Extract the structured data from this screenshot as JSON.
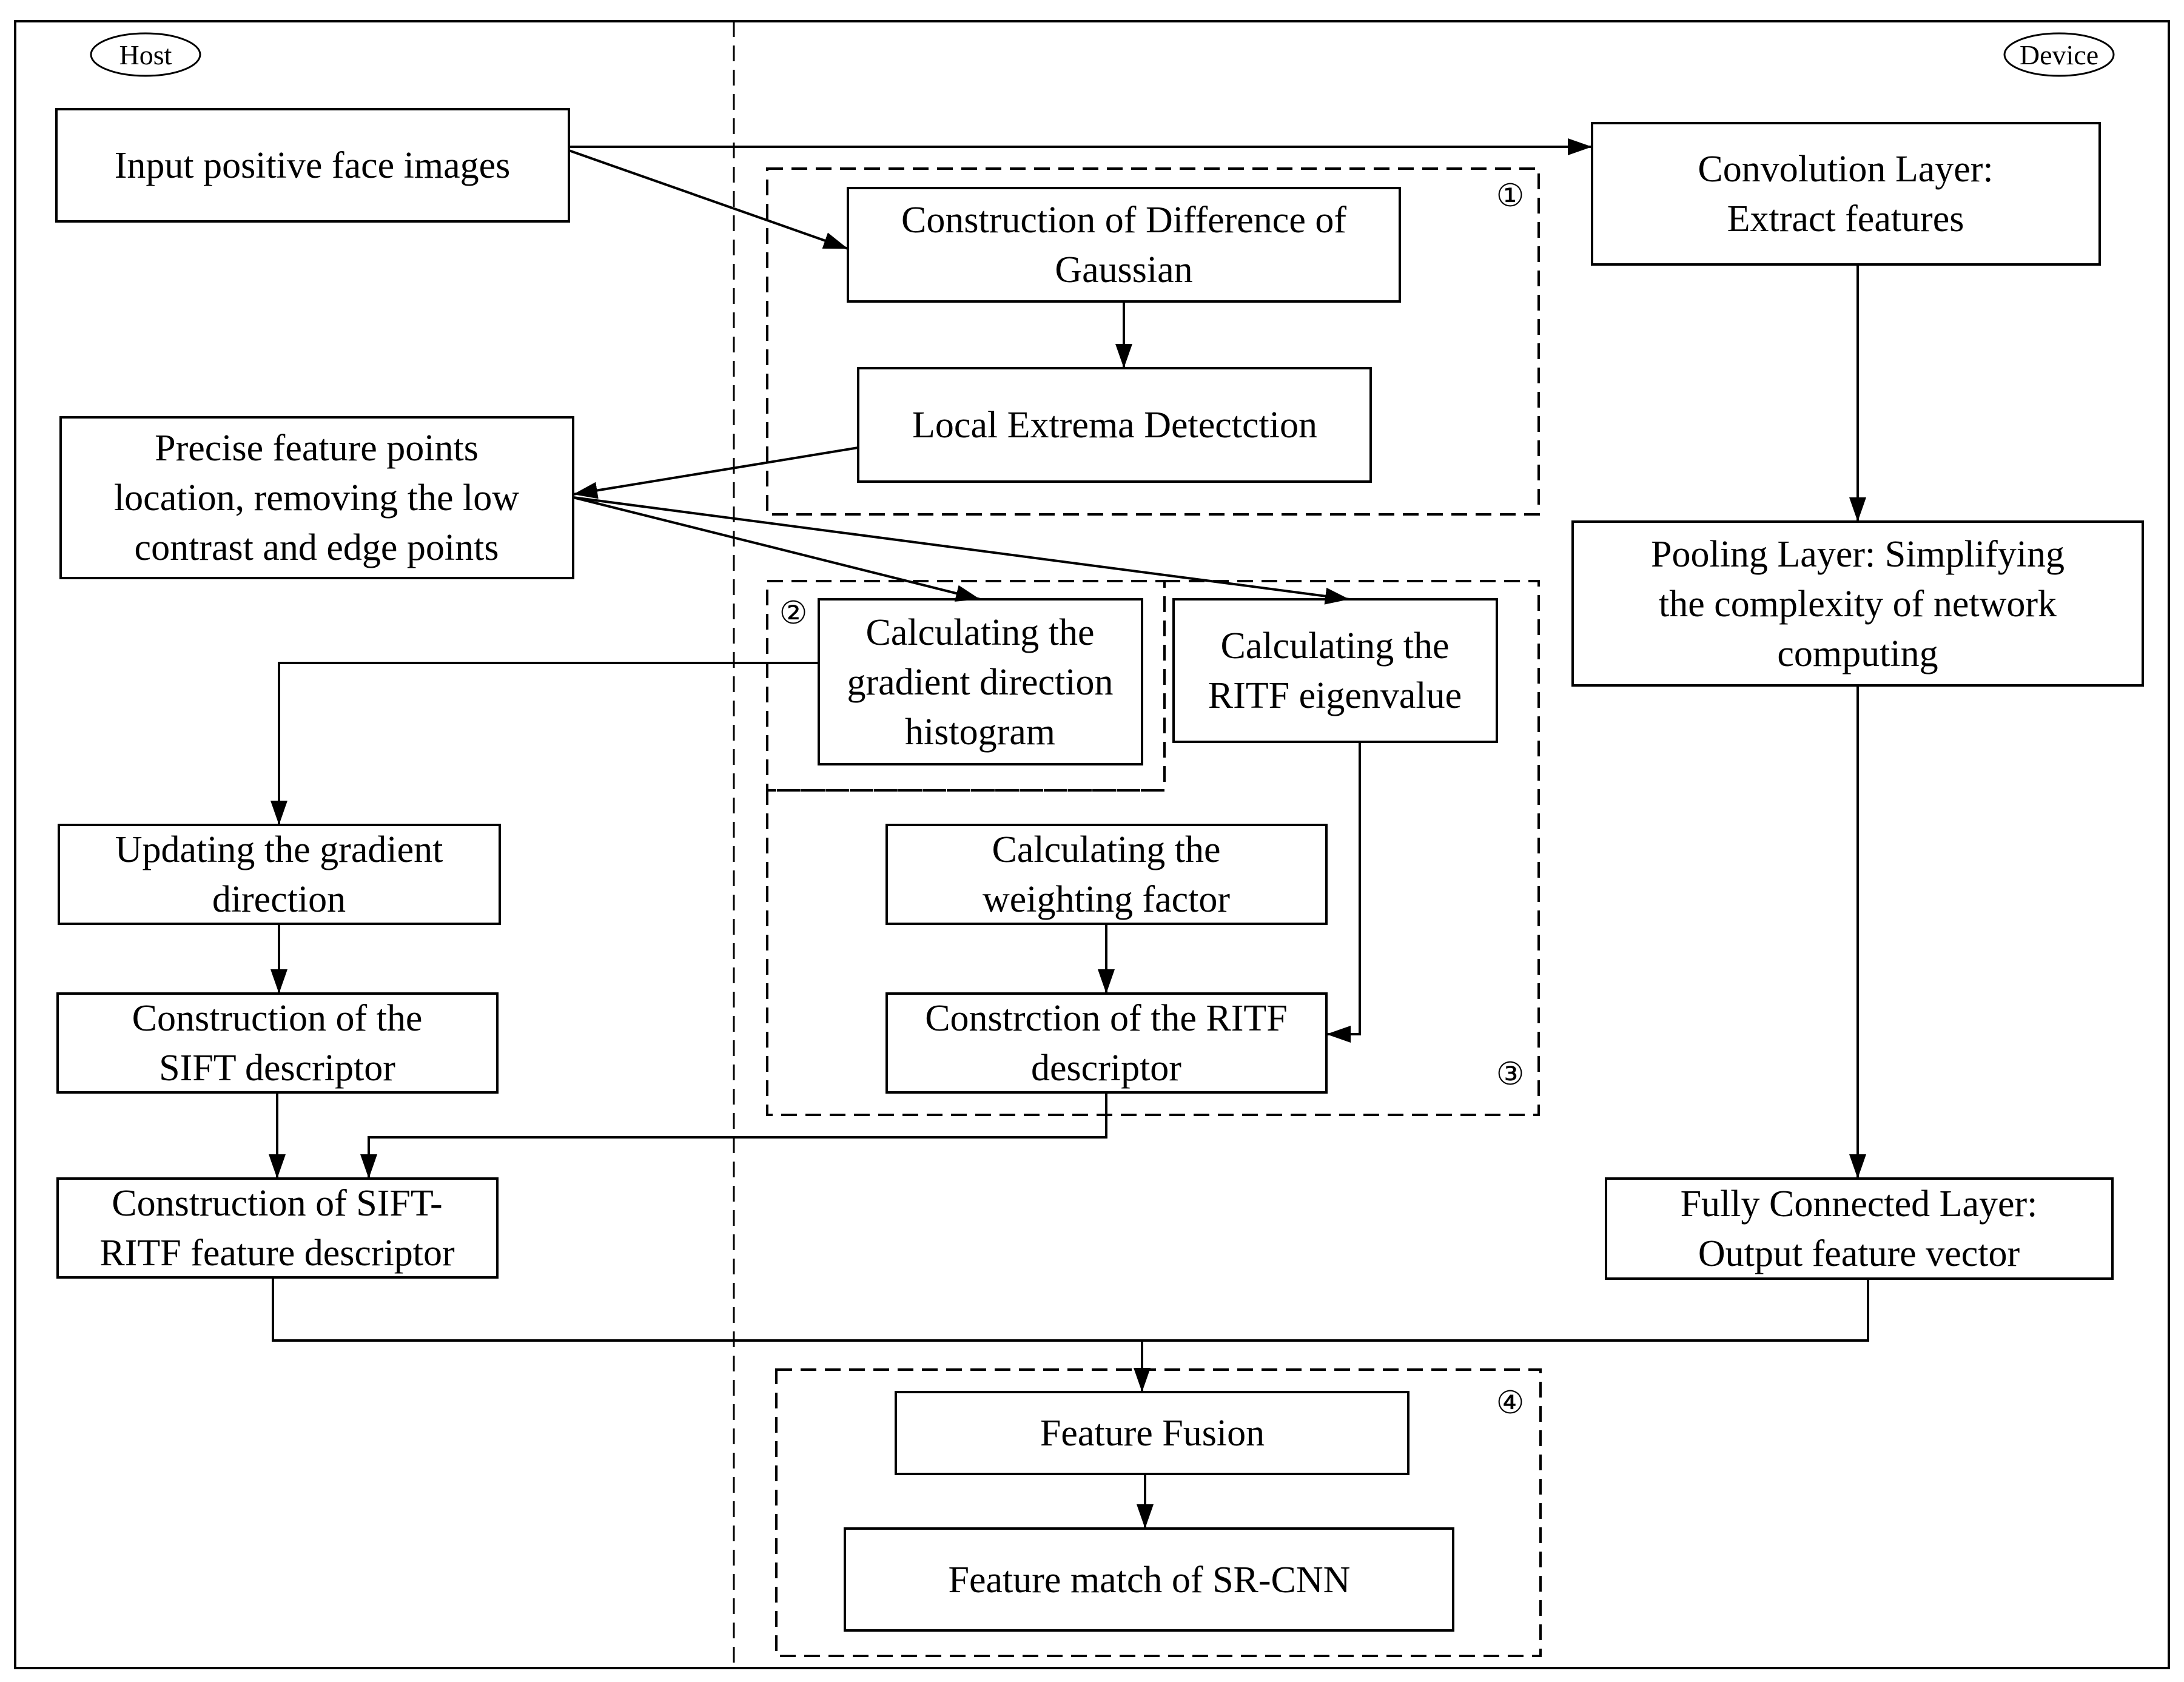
{
  "lanes": {
    "host": "Host",
    "device": "Device"
  },
  "nodes": {
    "input": [
      "Input positive face images"
    ],
    "dog": [
      "Construction of Difference of",
      "Gaussian"
    ],
    "extrema": [
      "Local Extrema Detectction"
    ],
    "precise": [
      "Precise feature points",
      "location, removing the low",
      "contrast and edge points"
    ],
    "gradient_hist": [
      "Calculating the",
      "gradient direction",
      "histogram"
    ],
    "ritf_eigen": [
      "Calculating the",
      "RITF eigenvalue"
    ],
    "update_grad": [
      "Updating the gradient",
      "direction"
    ],
    "weighting": [
      "Calculating the",
      "weighting factor"
    ],
    "sift_desc": [
      "Construction of the",
      "SIFT descriptor"
    ],
    "ritf_desc": [
      "Constrction of the RITF",
      "descriptor"
    ],
    "sift_ritf": [
      "Construction of SIFT-",
      "RITF feature descriptor"
    ],
    "conv": [
      "Convolution Layer:",
      "Extract features"
    ],
    "pool": [
      "Pooling Layer: Simplifying",
      "the complexity of network",
      "computing"
    ],
    "fc": [
      "Fully Connected Layer:",
      "Output feature vector"
    ],
    "fusion": [
      "Feature Fusion"
    ],
    "match": [
      "Feature match of SR-CNN"
    ]
  },
  "markers": {
    "m1": "①",
    "m2": "②",
    "m3": "③",
    "m4": "④"
  },
  "colors": {
    "stroke": "#000000",
    "background": "#ffffff"
  }
}
